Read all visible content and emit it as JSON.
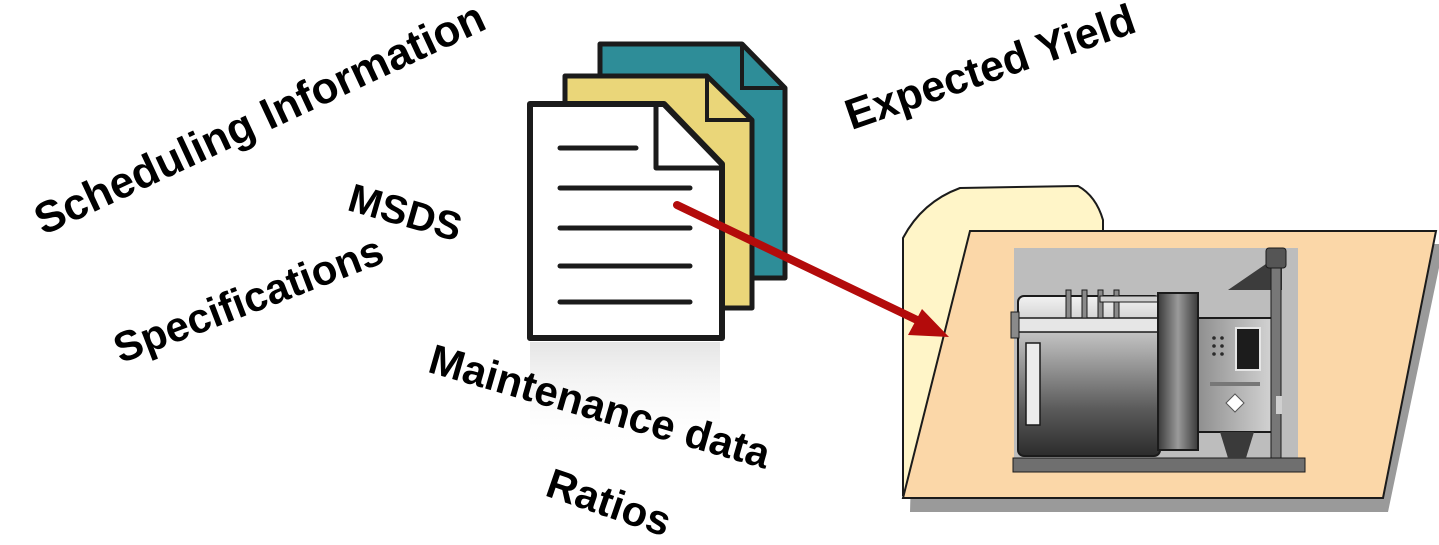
{
  "labels": {
    "scheduling": "Scheduling Information",
    "msds": "MSDS",
    "specifications": "Specifications",
    "expected_yield": "Expected Yield",
    "maintenance": "Maintenance data",
    "ratios": "Ratios"
  },
  "icons": {
    "documents": "document-stack-icon",
    "folder": "folder-icon",
    "machine": "machine-icon",
    "arrow": "arrow-icon"
  },
  "colors": {
    "doc_back": "#2e8d98",
    "doc_mid": "#ead679",
    "doc_front": "#ffffff",
    "arrow": "#b30b0b",
    "folder_back": "#fff5c8",
    "folder_front": "#fbd7a8",
    "folder_shadow": "#9a9a9a"
  }
}
